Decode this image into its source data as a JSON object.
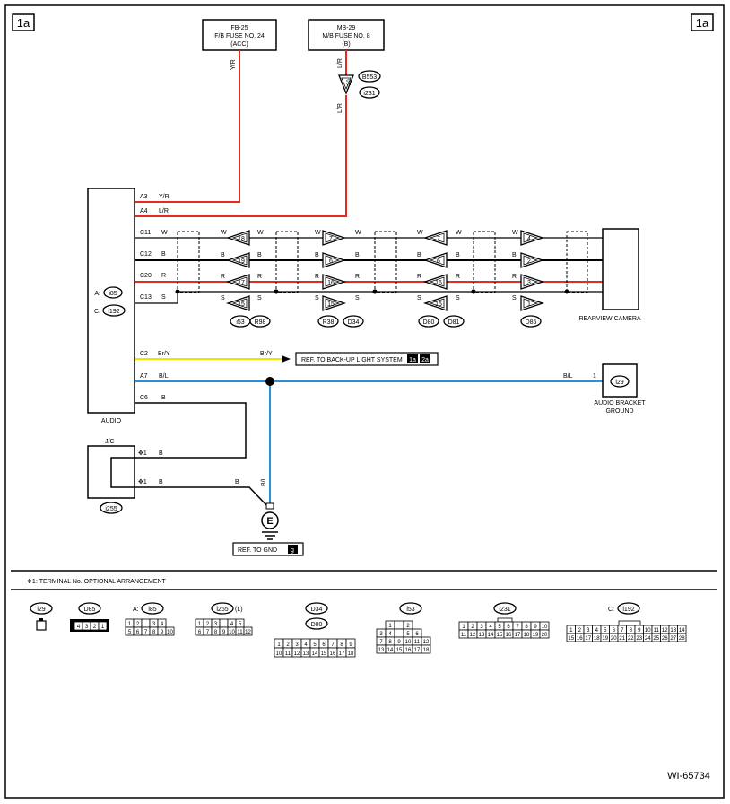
{
  "page_label": "1a",
  "fuses": [
    {
      "line1": "FB-25",
      "line2": "F/B FUSE NO. 24",
      "line3": "(ACC)",
      "wire": "Y/R"
    },
    {
      "line1": "MB-29",
      "line2": "M/B FUSE NO. 8",
      "line3": "(B)",
      "wire": "L/R"
    }
  ],
  "mb_connector": {
    "pin": "20",
    "ref1": "B553",
    "ref2": "i231",
    "wire_below": "L/R"
  },
  "audio": {
    "label": "AUDIO",
    "connectors": [
      {
        "prefix": "A:",
        "id": "i85"
      },
      {
        "prefix": "C:",
        "id": "i192"
      }
    ],
    "pins": [
      {
        "pin": "A3",
        "color": "Y/R"
      },
      {
        "pin": "A4",
        "color": "L/R"
      },
      {
        "pin": "C11",
        "color": "W"
      },
      {
        "pin": "C12",
        "color": "B"
      },
      {
        "pin": "C20",
        "color": "R"
      },
      {
        "pin": "C13",
        "color": "S"
      },
      {
        "pin": "C2",
        "color": "Br/Y"
      },
      {
        "pin": "A7",
        "color": "B/L"
      },
      {
        "pin": "C6",
        "color": "B"
      }
    ]
  },
  "harness_groups": [
    {
      "pins": [
        "18",
        "19",
        "17",
        "15"
      ],
      "refs": [
        "i53",
        "R98"
      ],
      "wires": [
        "W",
        "B",
        "R",
        "S"
      ]
    },
    {
      "pins": [
        "7",
        "6",
        "16",
        "15"
      ],
      "refs": [
        "R38",
        "D34"
      ],
      "wires": [
        "W",
        "B",
        "R",
        "S"
      ]
    },
    {
      "pins": [
        "7",
        "6",
        "16",
        "15"
      ],
      "refs": [
        "D80",
        "D81"
      ],
      "wires": [
        "W",
        "B",
        "R",
        "S"
      ]
    },
    {
      "pins": [
        "4",
        "2",
        "3",
        "1"
      ],
      "refs": [
        "D85"
      ],
      "wires": [
        "W",
        "B",
        "R",
        "S"
      ]
    }
  ],
  "camera": {
    "label": "REARVIEW CAMERA"
  },
  "backup_ref": {
    "text": "REF. TO BACK-UP LIGHT SYSTEM",
    "badge1": "1a",
    "badge2": "2a",
    "wire": "Br/Y"
  },
  "ground_wire": {
    "color": "B/L",
    "pin": "1"
  },
  "bracket_ground": {
    "id": "i29",
    "label1": "AUDIO BRACKET",
    "label2": "GROUND"
  },
  "jc": {
    "label": "J/C",
    "pin": "✥1",
    "wire": "B",
    "id": "i255"
  },
  "gnd_ref": {
    "text": "REF. TO GND",
    "badge": "g",
    "wire": "B/L",
    "wire_b": "B"
  },
  "note": {
    "mark": "✥1",
    "text": ": TERMINAL No. OPTIONAL ARRANGEMENT"
  },
  "connector_views": [
    {
      "id": "i29",
      "rows": [
        [
          ""
        ]
      ]
    },
    {
      "id": "D85",
      "rows": [
        [
          "4",
          "3",
          "2",
          "1"
        ]
      ]
    },
    {
      "id": "i85",
      "prefix": "A:",
      "rows": [
        [
          "1",
          "2",
          "",
          "3",
          "4"
        ],
        [
          "5",
          "6",
          "7",
          "8",
          "9",
          "10"
        ]
      ]
    },
    {
      "id": "i255",
      "suffix": "(L)",
      "rows": [
        [
          "1",
          "2",
          "3",
          "",
          "4",
          "5"
        ],
        [
          "6",
          "7",
          "8",
          "9",
          "10",
          "11",
          "12"
        ]
      ]
    },
    {
      "id": "D34",
      "id2": "D80",
      "rows": [
        [
          "1",
          "2",
          "3",
          "4",
          "5",
          "6",
          "7",
          "8",
          "9"
        ],
        [
          "10",
          "11",
          "12",
          "13",
          "14",
          "15",
          "16",
          "17",
          "18"
        ]
      ]
    },
    {
      "id": "i53",
      "rows": [
        [
          "1",
          "",
          "2"
        ],
        [
          "3",
          "4",
          "",
          "5",
          "6"
        ],
        [
          "7",
          "8",
          "9",
          "10",
          "11",
          "12"
        ],
        [
          "13",
          "14",
          "15",
          "16",
          "17",
          "18"
        ]
      ]
    },
    {
      "id": "i231",
      "rows": [
        [
          "1",
          "2",
          "3",
          "4",
          "5",
          "6",
          "7",
          "8",
          "9",
          "10"
        ],
        [
          "11",
          "12",
          "13",
          "14",
          "15",
          "16",
          "17",
          "18",
          "19",
          "20"
        ]
      ]
    },
    {
      "id": "i192",
      "prefix": "C:",
      "rows": [
        [
          "1",
          "2",
          "3",
          "4",
          "5",
          "6",
          "7",
          "8",
          "9",
          "10",
          "11",
          "12",
          "13",
          "14"
        ],
        [
          "15",
          "16",
          "17",
          "18",
          "19",
          "20",
          "21",
          "22",
          "23",
          "24",
          "25",
          "26",
          "27",
          "28"
        ]
      ]
    }
  ],
  "doc_code": "WI-65734",
  "colors": {
    "red": "#e52a22",
    "yellow": "#f2e400",
    "blue": "#2a8fd8",
    "black": "#000000"
  }
}
